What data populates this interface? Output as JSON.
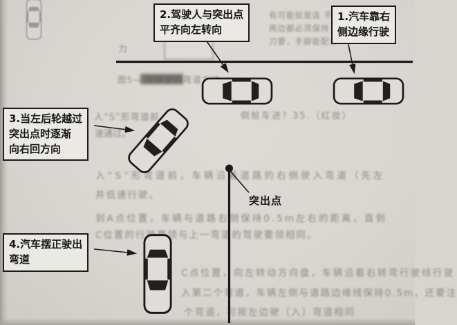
{
  "callouts": {
    "step1": "1.汽车靠右\n侧边缘行驶",
    "step2": "2.驾驶人与突出点\n平齐向左转向",
    "step3": "3.当左后轮越过\n突出点时逐渐\n向右回方向",
    "step4": "4.汽车摆正驶出\n弯道"
  },
  "labels": {
    "protruding_point": "突出点"
  },
  "icons": {
    "car": "top-view-car-icon",
    "dot": "protruding-point-dot",
    "arrow": "leader-arrowhead-icon"
  },
  "colors": {
    "ink": "#1a1a1a",
    "paper": "#d9d6d1",
    "box_bg": "#ebe9e4",
    "bleed_text": "#8d8b87"
  },
  "bleed_text": {
    "f1": "有可能就是连 不\n两边都必须保持\n刀要，手脚能配合",
    "f2": "图5—  车辆驶内弯道方法",
    "f3": "人“S”形弯道前，",
    "f3b": "倒桩车进？35.（红妆）",
    "f4": "速通过。",
    "f5": "入“S”形弯道前，车辆沿着道路的右侧驶入弯道（先左",
    "f6": "并低速行驶。",
    "f7": "到A点位置，车辆与道路右侧保持0.5m左右的距离，直到",
    "f8": "C位置的行驶要领与上一弯道的驾驶要领相同。",
    "f9": "C点位置，向左转动方向盘，车辆沿着右转弯行驶线行驶",
    "f10": "入第二个弯道，车辆左侧与道路边缘线保持0.5m，还要注",
    "f11": "个弯道，可按左边驶（入）弯道相同",
    "f12": "力"
  }
}
